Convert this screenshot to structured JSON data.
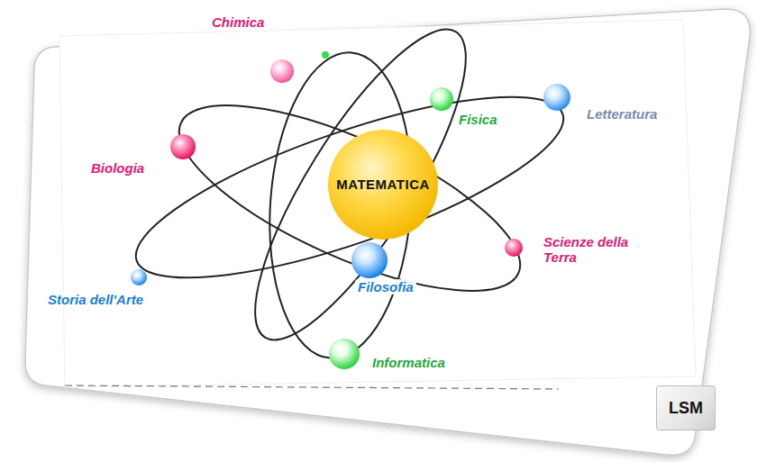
{
  "diagram": {
    "nodes": [
      {
        "text": [
          "Chimica"
        ]
      },
      {
        "text": [
          "Fisica"
        ]
      },
      {
        "text": [
          "Letteratura"
        ]
      },
      {
        "text": [
          "Biologia"
        ]
      },
      {
        "text": [
          "MATEMATICA"
        ]
      },
      {
        "text": [
          "Scienze della Terra"
        ]
      },
      {
        "text": [
          "Filosofia"
        ]
      },
      {
        "text": [
          "Storia dell'Arte"
        ]
      },
      {
        "text": [
          "Informatica"
        ]
      },
      {
        "text": [
          "LSM"
        ]
      }
    ]
  }
}
